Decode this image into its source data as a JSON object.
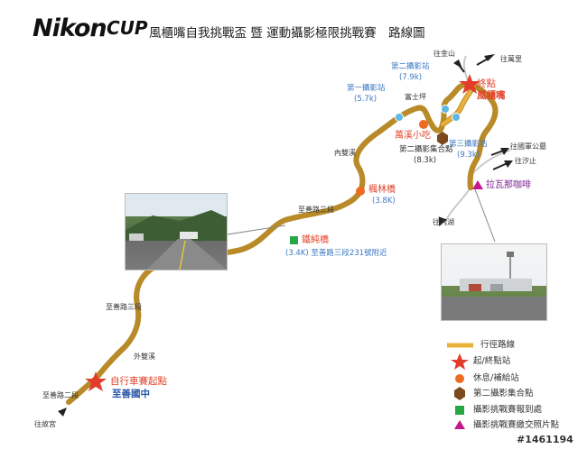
{
  "header": {
    "logo_text": "Nikon",
    "logo_cup": "CUP",
    "title": "風櫃嘴自我挑戰盃 暨 運動攝影極限挑戰賽　路線圖"
  },
  "route_labels": {
    "start_name": "自行車賽起點",
    "start_place": "至善國中",
    "end_name": "終點",
    "end_place": "風櫃嘴",
    "rest_wanxi": "萬溪小吃",
    "rest_fenglin": "楓林橋",
    "rest_fenglin_km": "(3.8K)",
    "photo1": "第一攝影站",
    "photo1_km": "(5.7k)",
    "photo2": "第二攝影站",
    "photo2_km": "(7.9k)",
    "photo3": "第三攝影站",
    "photo3_km": "(9.3k)",
    "gather2": "第二攝影集合點",
    "gather2_km": "(8.3k)",
    "checkin": "鐵純橋",
    "checkin_km": "(3.4K) 至善路三段231號附近",
    "deliver": "拉瓦那咖啡"
  },
  "place_labels": {
    "fushi": "富士坪",
    "neishuangxi": "內雙溪",
    "zhishan3_top": "至善路三段",
    "zhishan3_left": "至善路三段",
    "waishuangxi": "外雙溪",
    "zhishan2": "至善路二段",
    "to_gugong": "往故宮",
    "to_jinshan": "往金山",
    "to_wanli": "往萬里",
    "to_guoqing": "往國軍公墓",
    "to_xizhi": "往汐止",
    "to_neihu": "往內湖"
  },
  "legend": {
    "route": "行徑路線",
    "start_end": "起/終點站",
    "rest": "休息/補給站",
    "gather2": "第二攝影集合點",
    "checkin": "攝影挑戰賽報到處",
    "deliver": "攝影挑戰賽繳交照片點"
  },
  "watermark": "#1461194",
  "colors": {
    "route": "#e8b23a",
    "route_edge": "#b98a28",
    "star": "#e23d2c",
    "rest": "#ee6a20",
    "gather": "#7b4a1c",
    "checkin": "#28a745",
    "deliver": "#c2188b",
    "photo_station": "#5fb8e3",
    "label_blue": "#3a78c2"
  },
  "icons": [
    "star-icon",
    "orange-circle-icon",
    "brown-hexagon-icon",
    "green-square-icon",
    "magenta-triangle-icon",
    "arrow-icon"
  ]
}
